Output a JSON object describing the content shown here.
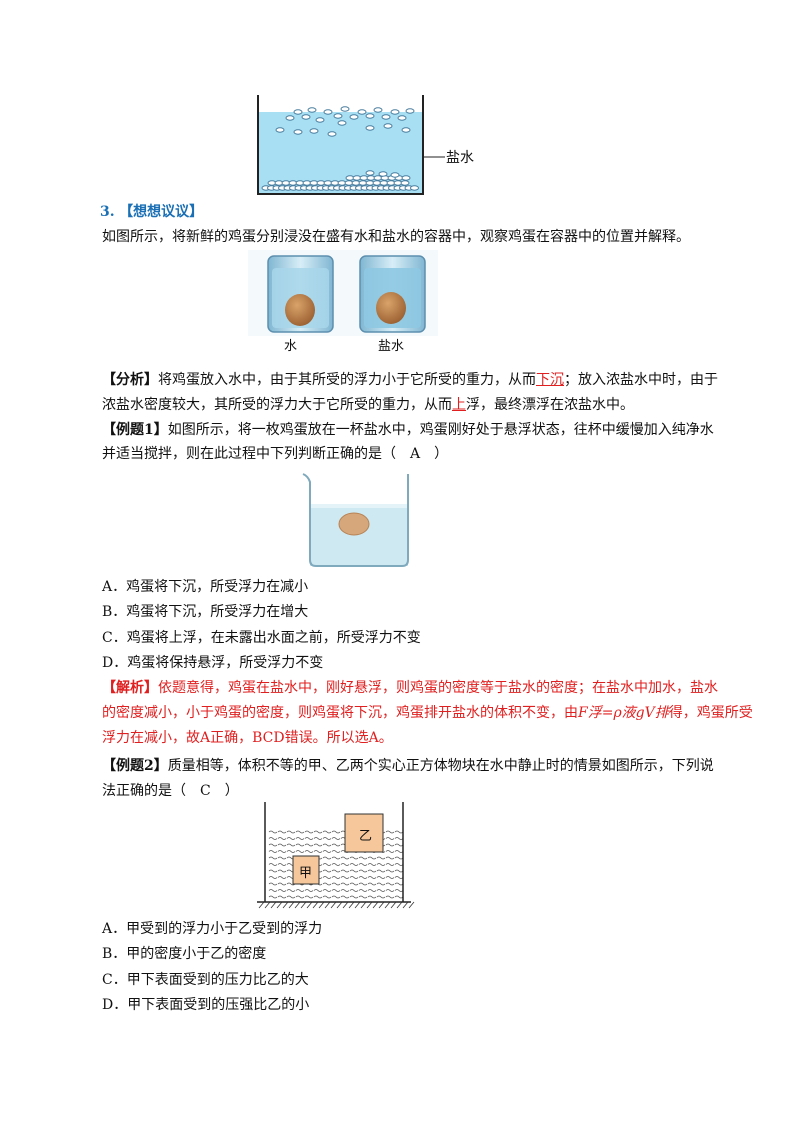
{
  "fig_saltwater": {
    "label": "盐水"
  },
  "section3": {
    "number": "3.",
    "title": "【想想议议】",
    "prompt": "如图所示，将新鲜的鸡蛋分别浸没在盛有水和盐水的容器中，观察鸡蛋在容器中的位置并解释。",
    "caption_left": "水",
    "caption_right": "盐水"
  },
  "analysis": {
    "label": "【分析】",
    "l1_a": "将鸡蛋放入水中，由于其所受的浮力小于它所受的重力，从而",
    "l1_u": "下沉",
    "l1_b": "；放入浓盐水中时，由于",
    "l2_a": "浓盐水密度较大，其所受的浮力大于它所受的重力，从而",
    "l2_u": "上",
    "l2_b": "浮，最终漂浮在浓盐水中。"
  },
  "example1": {
    "label": "【例题1】",
    "l1": "如图所示，将一枚鸡蛋放在一杯盐水中，鸡蛋刚好处于悬浮状态，往杯中缓慢加入纯净水",
    "l2": "并适当搅拌，则在此过程中下列判断正确的是（　A　）",
    "options": [
      "A．鸡蛋将下沉，所受浮力在减小",
      "B．鸡蛋将下沉，所受浮力在增大",
      "C．鸡蛋将上浮，在未露出水面之前，所受浮力不变",
      "D．鸡蛋将保持悬浮，所受浮力不变"
    ],
    "solution_label": "【解析】",
    "s1": "依题意得，鸡蛋在盐水中，刚好悬浮，则鸡蛋的密度等于盐水的密度；在盐水中加水，盐水",
    "s2_a": "的密度减小，小于鸡蛋的密度，则鸡蛋将下沉，鸡蛋排开盐水的体积不变，由",
    "s2_formula": "F浮=ρ液gV排",
    "s2_b": "得，鸡蛋所受",
    "s3": "浮力在减小，故A正确，BCD错误。所以选A。"
  },
  "example2": {
    "label": "【例题2】",
    "l1": "质量相等，体积不等的甲、乙两个实心正方体物块在水中静止时的情景如图所示，下列说",
    "l2": "法正确的是（　C　）",
    "block_jia": "甲",
    "block_yi": "乙",
    "options": [
      "A．甲受到的浮力小于乙受到的浮力",
      "B．甲的密度小于乙的密度",
      "C．甲下表面受到的压力比乙的大",
      "D．甲下表面受到的压强比乙的小"
    ]
  },
  "colors": {
    "accent_blue": "#1a6fb5",
    "answer_red": "#e02020",
    "water": "#aee0f2"
  }
}
